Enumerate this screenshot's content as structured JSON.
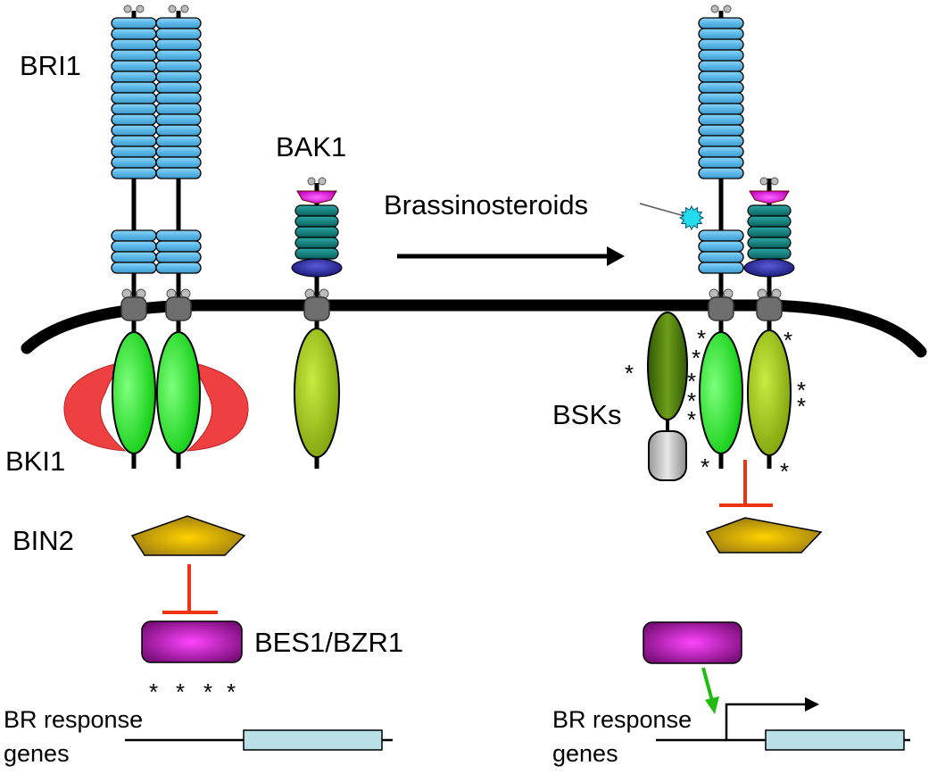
{
  "labels": {
    "bri1": "BRI1",
    "bak1": "BAK1",
    "brassinosteroids": "Brassinosteroids",
    "bki1": "BKI1",
    "bsks": "BSKs",
    "bin2": "BIN2",
    "bes1_bzr1": "BES1/BZR1",
    "br_response_line1": "BR response",
    "br_response_line2": "genes"
  },
  "phospho_mark": "*",
  "colors": {
    "lrr_blue": "#5bb8e8",
    "bak1_teal": "#0f7a78",
    "kinase_green": "#11ee11",
    "bsk_olive": "#9ccc10",
    "bsk_dark": "#4a7d10",
    "bki1_red": "#ee4040",
    "bin2_gold": "#d4a814",
    "bes1_purple": "#b31bb3",
    "gene_box": "#b8e0e6",
    "inhibit_red": "#ee3311",
    "activate_green": "#22bb11"
  }
}
